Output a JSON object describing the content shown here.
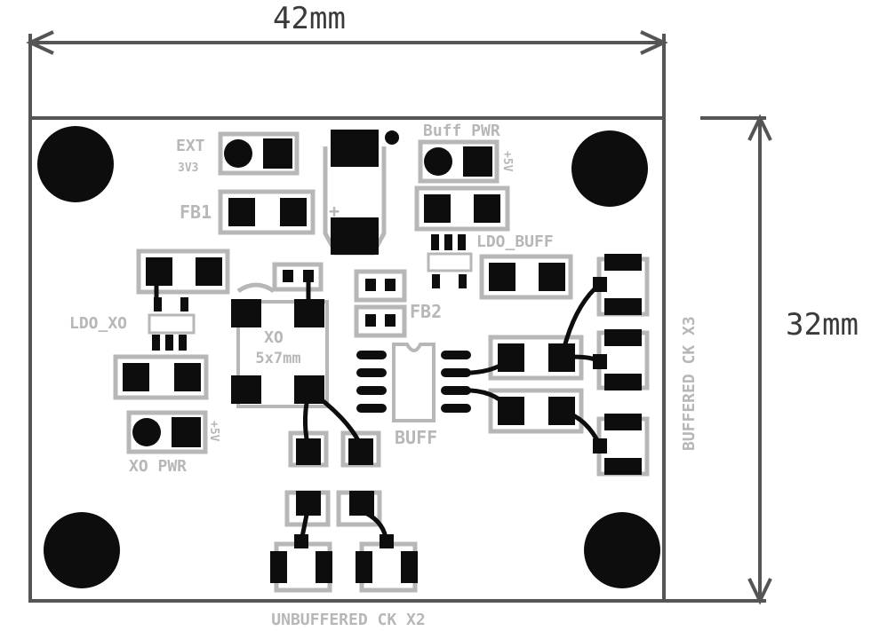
{
  "dimensions": {
    "width_label": "42mm",
    "height_label": "32mm"
  },
  "labels": {
    "ext": "EXT",
    "ext_voltage": "3V3",
    "buff_pwr": "Buff PWR",
    "buff_pwr_voltage": "+5V",
    "fb1": "FB1",
    "fb2": "FB2",
    "ldo_buff": "LDO_BUFF",
    "ldo_xo": "LDO_XO",
    "xo": "XO",
    "xo_size": "5x7mm",
    "buff": "BUFF",
    "xo_pwr": "XO PWR",
    "xo_pwr_voltage": "+5V",
    "buffered_ck": "BUFFERED CK X3",
    "unbuffered_ck": "UNBUFFERED CK X2"
  },
  "colors": {
    "silkscreen": "#b7b7b7",
    "copper": "#0d0d0d",
    "dimension": "#3a3a3a"
  }
}
